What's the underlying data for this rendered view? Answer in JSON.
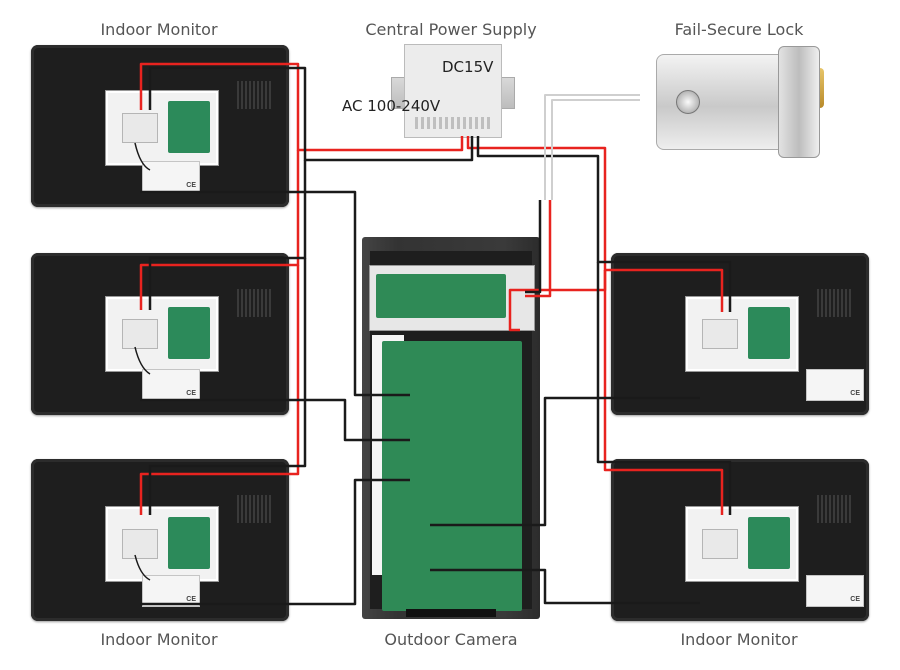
{
  "labels": {
    "indoor_monitor": "Indoor Monitor",
    "central_power_supply": "Central Power Supply",
    "fail_secure_lock": "Fail-Secure Lock",
    "outdoor_camera": "Outdoor Camera",
    "ac_input": "AC 100-240V",
    "dc_output": "DC15V"
  },
  "colors": {
    "wire_red": "#e8231f",
    "wire_black": "#1a1a1a",
    "wire_white": "#cfcfcf",
    "label_text": "#555555"
  }
}
